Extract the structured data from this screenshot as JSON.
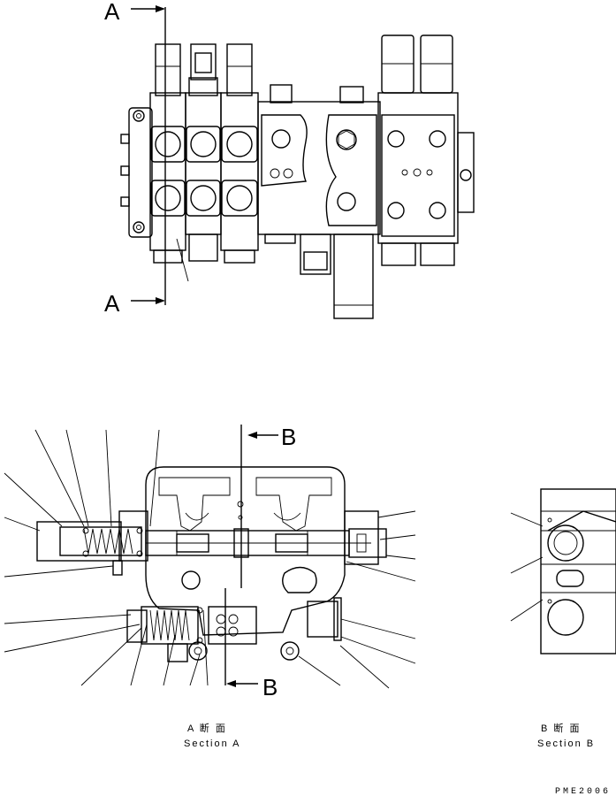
{
  "section_markers": {
    "top_a": "A",
    "bottom_a": "A",
    "top_b": "B",
    "bottom_b": "B"
  },
  "captions": {
    "section_a_jp": "A 断 面",
    "section_a_en": "Section A",
    "section_b_jp": "B 断 面",
    "section_b_en": "Section B"
  },
  "drawing_code": "PME2006"
}
